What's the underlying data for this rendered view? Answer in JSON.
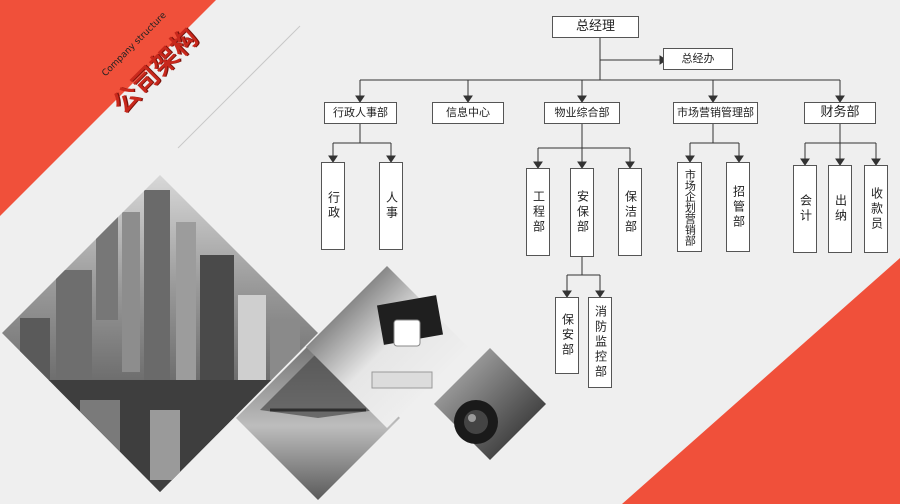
{
  "title": {
    "en": "Company structure",
    "zh": "公司架构"
  },
  "colors": {
    "accent": "#f0503a",
    "title_red": "#c8281c",
    "line": "#333333",
    "box_border": "#555555",
    "background": "#efefef"
  },
  "org": {
    "ceo": "总经理",
    "ceo_office": "总经办",
    "admin_hr": {
      "name": "行政人事部",
      "children": [
        "行政",
        "人事"
      ]
    },
    "info_center": {
      "name": "信息中心"
    },
    "property": {
      "name": "物业综合部",
      "children": [
        "工程部",
        "安保部",
        "保洁部"
      ],
      "security_children": [
        "保安部",
        "消防监控部"
      ]
    },
    "marketing": {
      "name": "市场营销管理部",
      "children": [
        "市场企划营销部",
        "招管部"
      ]
    },
    "finance": {
      "name": "财务部",
      "children": [
        "会计",
        "出纳",
        "收款员"
      ]
    }
  },
  "photos": [
    "city-skyline-photo",
    "bridge-photo",
    "desk-coffee-photo",
    "camera-photo"
  ]
}
